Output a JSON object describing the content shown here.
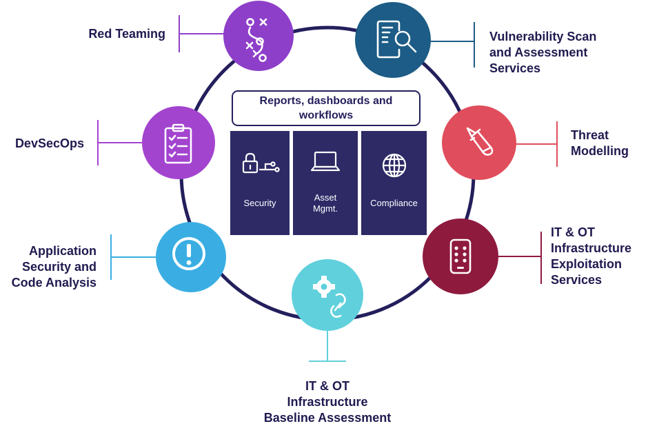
{
  "center": {
    "header_lines": [
      "Reports, dashboards and",
      "workflows"
    ],
    "panels": [
      {
        "lines": [
          "Security"
        ],
        "icon": "lock-circuit-icon"
      },
      {
        "lines": [
          "Asset",
          "Mgmt."
        ],
        "icon": "laptop-icon"
      },
      {
        "lines": [
          "Compliance"
        ],
        "icon": "globe-icon"
      }
    ]
  },
  "services": [
    {
      "id": "red-teaming",
      "lines": [
        "Red Teaming"
      ],
      "color": "#8e3fc9",
      "icon": "strategy-play-icon"
    },
    {
      "id": "vulnerability-scan",
      "lines": [
        "Vulnerability Scan",
        "and Assessment",
        "Services"
      ],
      "color": "#1c5c86",
      "icon": "document-search-icon"
    },
    {
      "id": "threat-modelling",
      "lines": [
        "Threat",
        "Modelling"
      ],
      "color": "#e04d5c",
      "icon": "bomb-icon"
    },
    {
      "id": "it-ot-exploitation",
      "lines": [
        "IT & OT",
        "Infrastructure",
        "Exploitation",
        "Services"
      ],
      "color": "#8e1a3e",
      "icon": "mobile-keypad-icon"
    },
    {
      "id": "it-ot-baseline",
      "lines": [
        "IT & OT",
        "Infrastructure",
        "Baseline Assessment"
      ],
      "color": "#5fd0dc",
      "icon": "gear-link-icon"
    },
    {
      "id": "appsec-code",
      "lines": [
        "Application",
        "Security and",
        "Code Analysis"
      ],
      "color": "#3aaee3",
      "icon": "alert-icon"
    },
    {
      "id": "devsecops",
      "lines": [
        "DevSecOps"
      ],
      "color": "#a344cf",
      "icon": "clipboard-checklist-icon"
    }
  ],
  "colors": {
    "ring": "#231f5c",
    "panel": "#2d2a66",
    "text": "#1f1a4f"
  }
}
